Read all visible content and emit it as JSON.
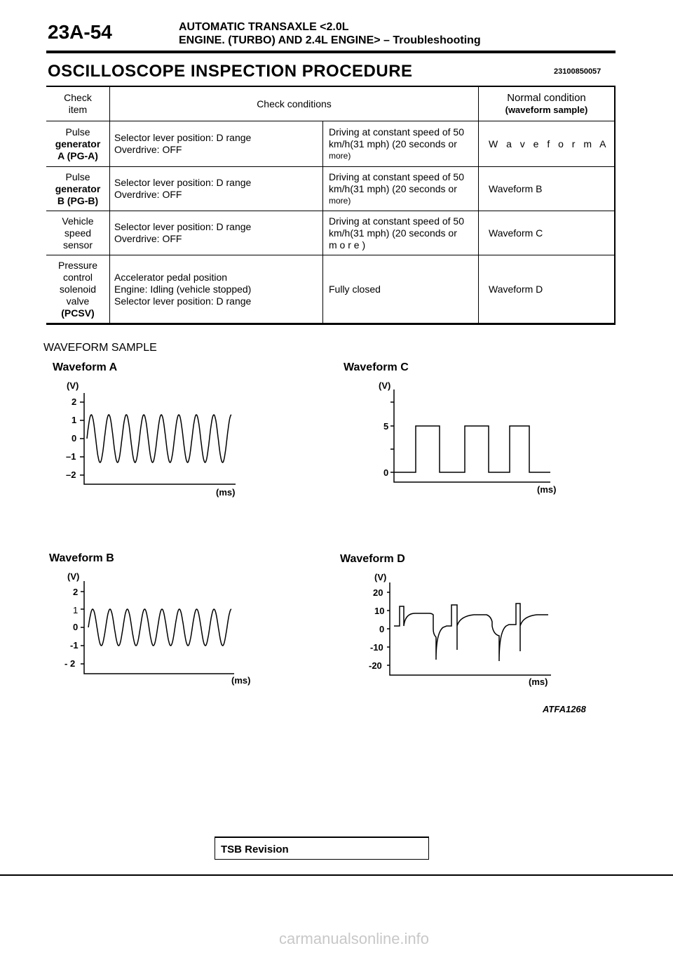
{
  "header": {
    "page_number": "23A-54",
    "line1": "AUTOMATIC TRANSAXLE <2.0L",
    "line2": "ENGINE. (TURBO) AND 2.4L ENGINE> – Troubleshooting"
  },
  "section": {
    "title": "OSCILLOSCOPE INSPECTION PROCEDURE",
    "code": "23100850057"
  },
  "table": {
    "headers": {
      "item_line1": "Check",
      "item_line2": "item",
      "conditions": "Check conditions",
      "normal_line1": "Normal condition",
      "normal_line2": "(waveform sample)"
    },
    "rows": [
      {
        "item": [
          "Pulse",
          "generator",
          "A (PG-A)"
        ],
        "cond": [
          "Selector lever position: D range",
          "Overdrive: OFF"
        ],
        "sub": [
          "Driving at constant speed of 50",
          "km/h(31 mph) (20 seconds or",
          "more)"
        ],
        "normal": "W a v e f o r m A"
      },
      {
        "item": [
          "Pulse",
          "generator",
          "B (PG-B)"
        ],
        "cond": [
          "Selector lever position: D range",
          "Overdrive: OFF"
        ],
        "sub": [
          "Driving at constant speed of 50",
          "km/h(31 mph) (20 seconds or",
          "more)"
        ],
        "normal": "Waveform B"
      },
      {
        "item": [
          "Vehicle",
          "speed",
          "sensor"
        ],
        "cond": [
          "Selector lever position: D range",
          "Overdrive: OFF"
        ],
        "sub": [
          "Driving at constant speed of 50",
          "km/h(31 mph) (20 seconds or",
          "m o r e )"
        ],
        "normal": "Waveform C"
      },
      {
        "item": [
          "Pressure",
          "control",
          "solenoid",
          "valve",
          "(PCSV)"
        ],
        "cond": [
          "Accelerator pedal position",
          "Engine: Idling (vehicle stopped)",
          "Selector lever position: D range"
        ],
        "sub": [
          "Fully closed"
        ],
        "normal": "Waveform D"
      }
    ]
  },
  "waveforms": {
    "section_title": "WAVEFORM SAMPLE",
    "y_unit": "(V)",
    "x_unit": "(ms)",
    "a": {
      "label": "Waveform A",
      "ticks": [
        "2",
        "1",
        "0",
        "–1",
        "–2"
      ]
    },
    "b": {
      "label": "Waveform B",
      "ticks": [
        "2",
        "1",
        "0",
        "-1",
        "- 2"
      ]
    },
    "c": {
      "label": "Waveform C",
      "ticks": [
        "5",
        "0"
      ]
    },
    "d": {
      "label": "Waveform D",
      "ticks": [
        "20",
        "10",
        "0",
        "-10",
        "-20"
      ]
    }
  },
  "figure_code": "ATFA1268",
  "footer": {
    "tsb": "TSB Revision",
    "watermark": "carmanualsonline.info"
  }
}
